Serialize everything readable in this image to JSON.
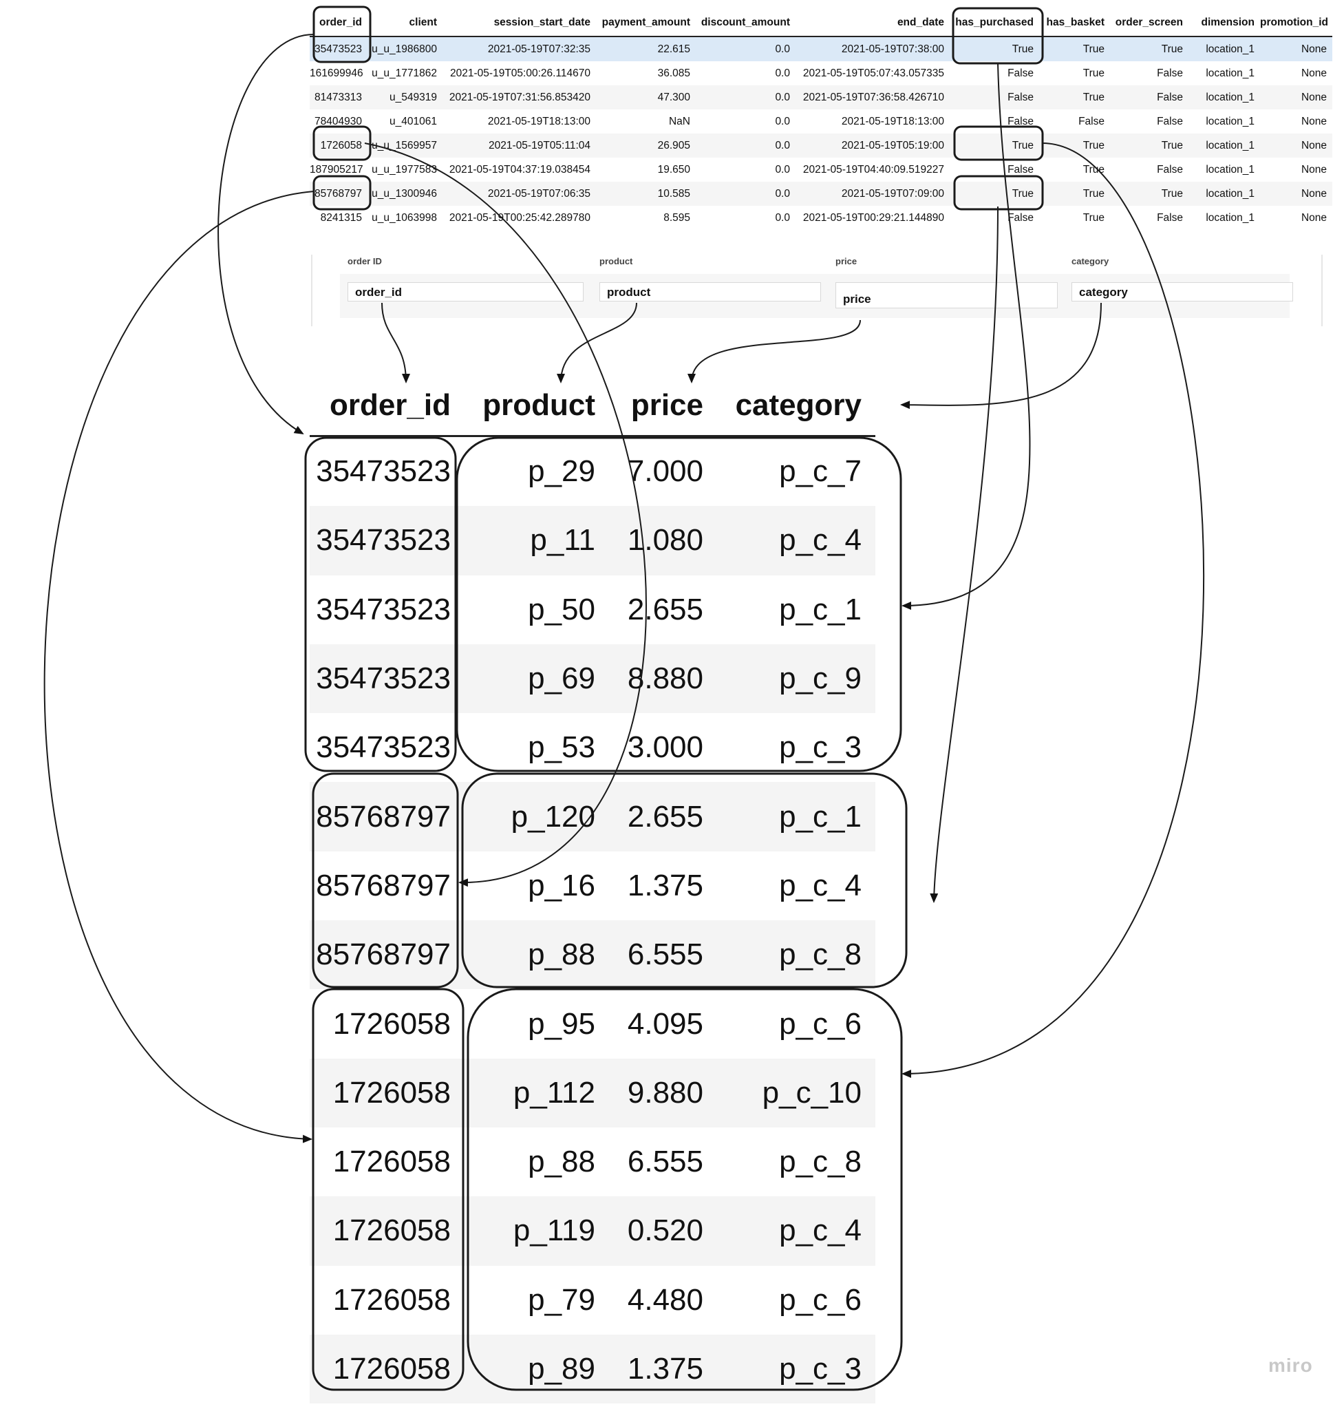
{
  "top_table": {
    "columns": [
      "order_id",
      "client",
      "session_start_date",
      "payment_amount",
      "discount_amount",
      "end_date",
      "has_purchased",
      "has_basket",
      "order_screen",
      "dimension",
      "promotion_id"
    ],
    "rows": [
      [
        "35473523",
        "u_u_1986800",
        "2021-05-19T07:32:35",
        "22.615",
        "0.0",
        "2021-05-19T07:38:00",
        "True",
        "True",
        "True",
        "location_1",
        "None"
      ],
      [
        "161699946",
        "u_u_1771862",
        "2021-05-19T05:00:26.114670",
        "36.085",
        "0.0",
        "2021-05-19T05:07:43.057335",
        "False",
        "True",
        "False",
        "location_1",
        "None"
      ],
      [
        "81473313",
        "u_549319",
        "2021-05-19T07:31:56.853420",
        "47.300",
        "0.0",
        "2021-05-19T07:36:58.426710",
        "False",
        "True",
        "False",
        "location_1",
        "None"
      ],
      [
        "78404930",
        "u_401061",
        "2021-05-19T18:13:00",
        "NaN",
        "0.0",
        "2021-05-19T18:13:00",
        "False",
        "False",
        "False",
        "location_1",
        "None"
      ],
      [
        "1726058",
        "u_u_1569957",
        "2021-05-19T05:11:04",
        "26.905",
        "0.0",
        "2021-05-19T05:19:00",
        "True",
        "True",
        "True",
        "location_1",
        "None"
      ],
      [
        "187905217",
        "u_u_1977583",
        "2021-05-19T04:37:19.038454",
        "19.650",
        "0.0",
        "2021-05-19T04:40:09.519227",
        "False",
        "True",
        "False",
        "location_1",
        "None"
      ],
      [
        "85768797",
        "u_u_1300946",
        "2021-05-19T07:06:35",
        "10.585",
        "0.0",
        "2021-05-19T07:09:00",
        "True",
        "True",
        "True",
        "location_1",
        "None"
      ],
      [
        "8241315",
        "u_u_1063998",
        "2021-05-19T00:25:42.289780",
        "8.595",
        "0.0",
        "2021-05-19T00:29:21.144890",
        "False",
        "True",
        "False",
        "location_1",
        "None"
      ]
    ]
  },
  "form": {
    "fields": [
      {
        "label": "order ID",
        "value": "order_id"
      },
      {
        "label": "product",
        "value": "product"
      },
      {
        "label": "price",
        "value": "price"
      },
      {
        "label": "category",
        "value": "category"
      }
    ]
  },
  "products_table": {
    "columns": [
      "order_id",
      "product",
      "price",
      "category"
    ],
    "rows": [
      [
        "35473523",
        "p_29",
        "7.000",
        "p_c_7"
      ],
      [
        "35473523",
        "p_11",
        "1.080",
        "p_c_4"
      ],
      [
        "35473523",
        "p_50",
        "2.655",
        "p_c_1"
      ],
      [
        "35473523",
        "p_69",
        "8.880",
        "p_c_9"
      ],
      [
        "35473523",
        "p_53",
        "3.000",
        "p_c_3"
      ],
      [
        "85768797",
        "p_120",
        "2.655",
        "p_c_1"
      ],
      [
        "85768797",
        "p_16",
        "1.375",
        "p_c_4"
      ],
      [
        "85768797",
        "p_88",
        "6.555",
        "p_c_8"
      ],
      [
        "1726058",
        "p_95",
        "4.095",
        "p_c_6"
      ],
      [
        "1726058",
        "p_112",
        "9.880",
        "p_c_10"
      ],
      [
        "1726058",
        "p_88",
        "6.555",
        "p_c_8"
      ],
      [
        "1726058",
        "p_119",
        "0.520",
        "p_c_4"
      ],
      [
        "1726058",
        "p_79",
        "4.480",
        "p_c_6"
      ],
      [
        "1726058",
        "p_89",
        "1.375",
        "p_c_3"
      ]
    ]
  },
  "watermark": "miro"
}
